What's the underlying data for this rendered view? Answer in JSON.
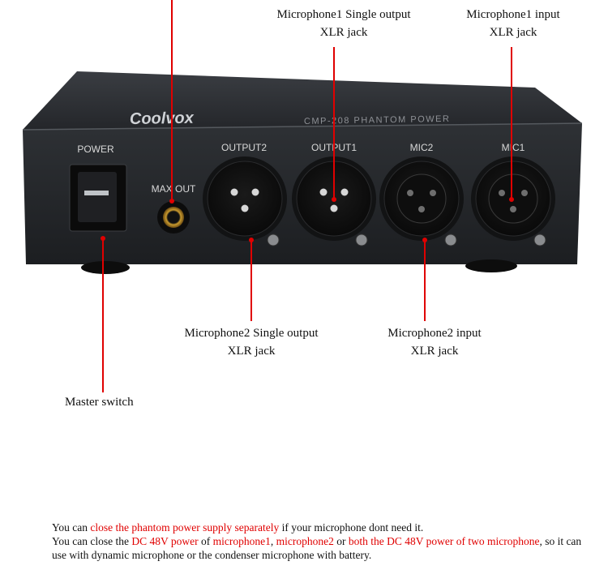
{
  "colors": {
    "callout_red": "#e00000",
    "panel": "#2a2d31",
    "metal": "#1b1c1e"
  },
  "device": {
    "brand": "Coolvox",
    "model_text": "CMP-208  PHANTOM POWER",
    "panel_labels": {
      "power": "POWER",
      "max_out": "MAX OUT",
      "output2": "OUTPUT2",
      "output1": "OUTPUT1",
      "mic2": "MIC2",
      "mic1": "MIC1"
    }
  },
  "callouts": {
    "mic1_single_output": {
      "line1": "Microphone1 Single output",
      "line2": "XLR jack"
    },
    "mic1_input": {
      "line1": "Microphone1 input",
      "line2": "XLR jack"
    },
    "mic2_single_output": {
      "line1": "Microphone2 Single output",
      "line2": "XLR jack"
    },
    "mic2_input": {
      "line1": "Microphone2 input",
      "line2": "XLR jack"
    },
    "master_switch": {
      "line1": "Master switch"
    }
  },
  "footnote": {
    "p1_a": "You can ",
    "p1_b": "close the phantom power supply  separately",
    "p1_c": " if your microphone dont need it.",
    "p2_a": "You can close the ",
    "p2_b": "DC 48V power",
    "p2_c": " of ",
    "p2_d": "microphone1",
    "p2_e": ", ",
    "p2_f": "microphone2",
    "p2_g": " or ",
    "p2_h": "both the DC 48V power of two microphone",
    "p2_i": ", so it can use with dynamic microphone or the condenser microphone with battery."
  }
}
